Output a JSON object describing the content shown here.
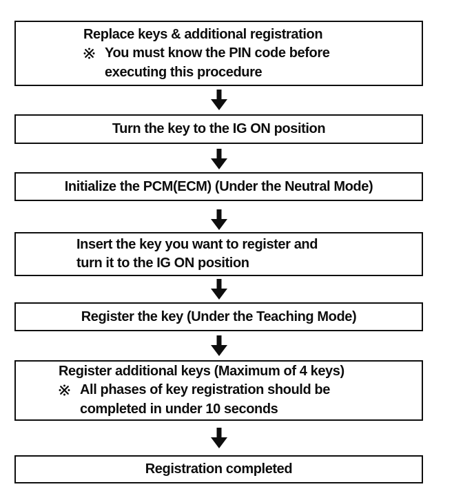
{
  "page": {
    "background_color": "#ffffff",
    "ink_color": "#0e0e0e"
  },
  "steps": [
    {
      "name": "replace-keys-and-additional-registration",
      "align": "left",
      "lines": [
        {
          "text": "Replace keys & additional registration"
        },
        {
          "marker": "※",
          "text": "You must know the PIN code before"
        },
        {
          "text": "executing this procedure",
          "indented": true
        }
      ]
    },
    {
      "name": "turn-key-to-ig-on",
      "align": "center",
      "lines": [
        {
          "text": "Turn the key to the IG ON position"
        }
      ]
    },
    {
      "name": "initialize-pcm",
      "align": "center",
      "lines": [
        {
          "text": "Initialize the PCM(ECM) (Under the Neutral Mode)"
        }
      ]
    },
    {
      "name": "insert-key-to-register",
      "align": "left",
      "lines": [
        {
          "text": "Insert the key you want to register and"
        },
        {
          "text": "turn it to the IG ON position"
        }
      ]
    },
    {
      "name": "register-the-key",
      "align": "center",
      "lines": [
        {
          "text": "Register the key (Under the Teaching Mode)"
        }
      ]
    },
    {
      "name": "register-additional-keys",
      "align": "left",
      "lines": [
        {
          "text": "Register additional keys (Maximum of 4 keys)"
        },
        {
          "marker": "※",
          "text": "All phases of key registration should be"
        },
        {
          "text": "completed in under 10 seconds",
          "indented": true
        }
      ]
    },
    {
      "name": "registration-completed",
      "align": "center",
      "lines": [
        {
          "text": "Registration completed"
        }
      ]
    }
  ],
  "connectors": {
    "glyph": "⬇",
    "count": 6
  }
}
